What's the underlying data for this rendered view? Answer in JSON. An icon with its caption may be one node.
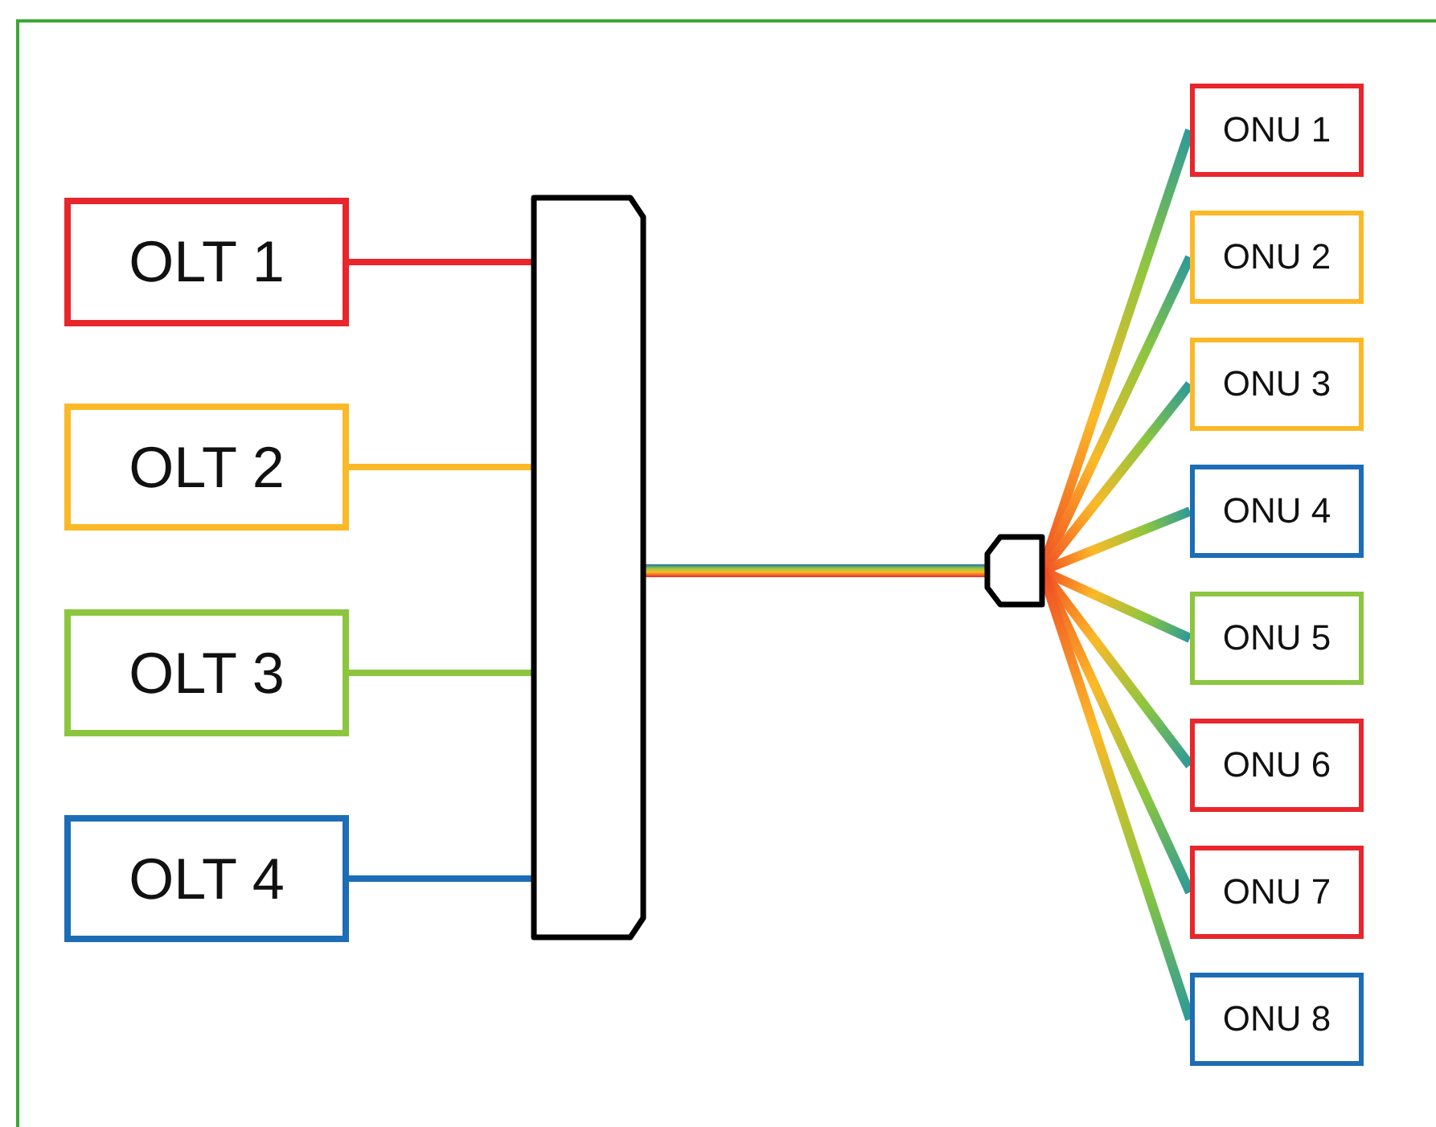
{
  "diagram": {
    "nodes": [
      {
        "text": [
          "OLT 1"
        ]
      },
      {
        "text": [
          "OLT 2"
        ]
      },
      {
        "text": [
          "OLT 3"
        ]
      },
      {
        "text": [
          "OLT 4"
        ]
      },
      {
        "text": [],
        "shape": "box"
      },
      {
        "text": [],
        "shape": "box"
      },
      {
        "text": [
          "ONU 1"
        ]
      },
      {
        "text": [
          "ONU 2"
        ]
      },
      {
        "text": [
          "ONU 3"
        ]
      },
      {
        "text": [
          "ONU 4"
        ]
      },
      {
        "text": [
          "ONU 5"
        ]
      },
      {
        "text": [
          "ONU 6"
        ]
      },
      {
        "text": [
          "ONU 7"
        ]
      },
      {
        "text": [
          "ONU 8"
        ]
      }
    ],
    "edges": [
      {
        "from": 0,
        "to": 4,
        "arrow": "none",
        "color": "#e8262b"
      },
      {
        "from": 1,
        "to": 4,
        "arrow": "none",
        "color": "#fbb928"
      },
      {
        "from": 2,
        "to": 4,
        "arrow": "none",
        "color": "#8cc63f"
      },
      {
        "from": 3,
        "to": 4,
        "arrow": "none",
        "color": "#1c6db5"
      },
      {
        "from": 4,
        "to": 5,
        "arrow": "none"
      },
      {
        "from": 5,
        "to": 6,
        "arrow": "none"
      },
      {
        "from": 5,
        "to": 7,
        "arrow": "none"
      },
      {
        "from": 5,
        "to": 8,
        "arrow": "none"
      },
      {
        "from": 5,
        "to": 9,
        "arrow": "none"
      },
      {
        "from": 5,
        "to": 10,
        "arrow": "none"
      },
      {
        "from": 5,
        "to": 11,
        "arrow": "none"
      },
      {
        "from": 5,
        "to": 12,
        "arrow": "none"
      },
      {
        "from": 5,
        "to": 13,
        "arrow": "none"
      }
    ]
  }
}
